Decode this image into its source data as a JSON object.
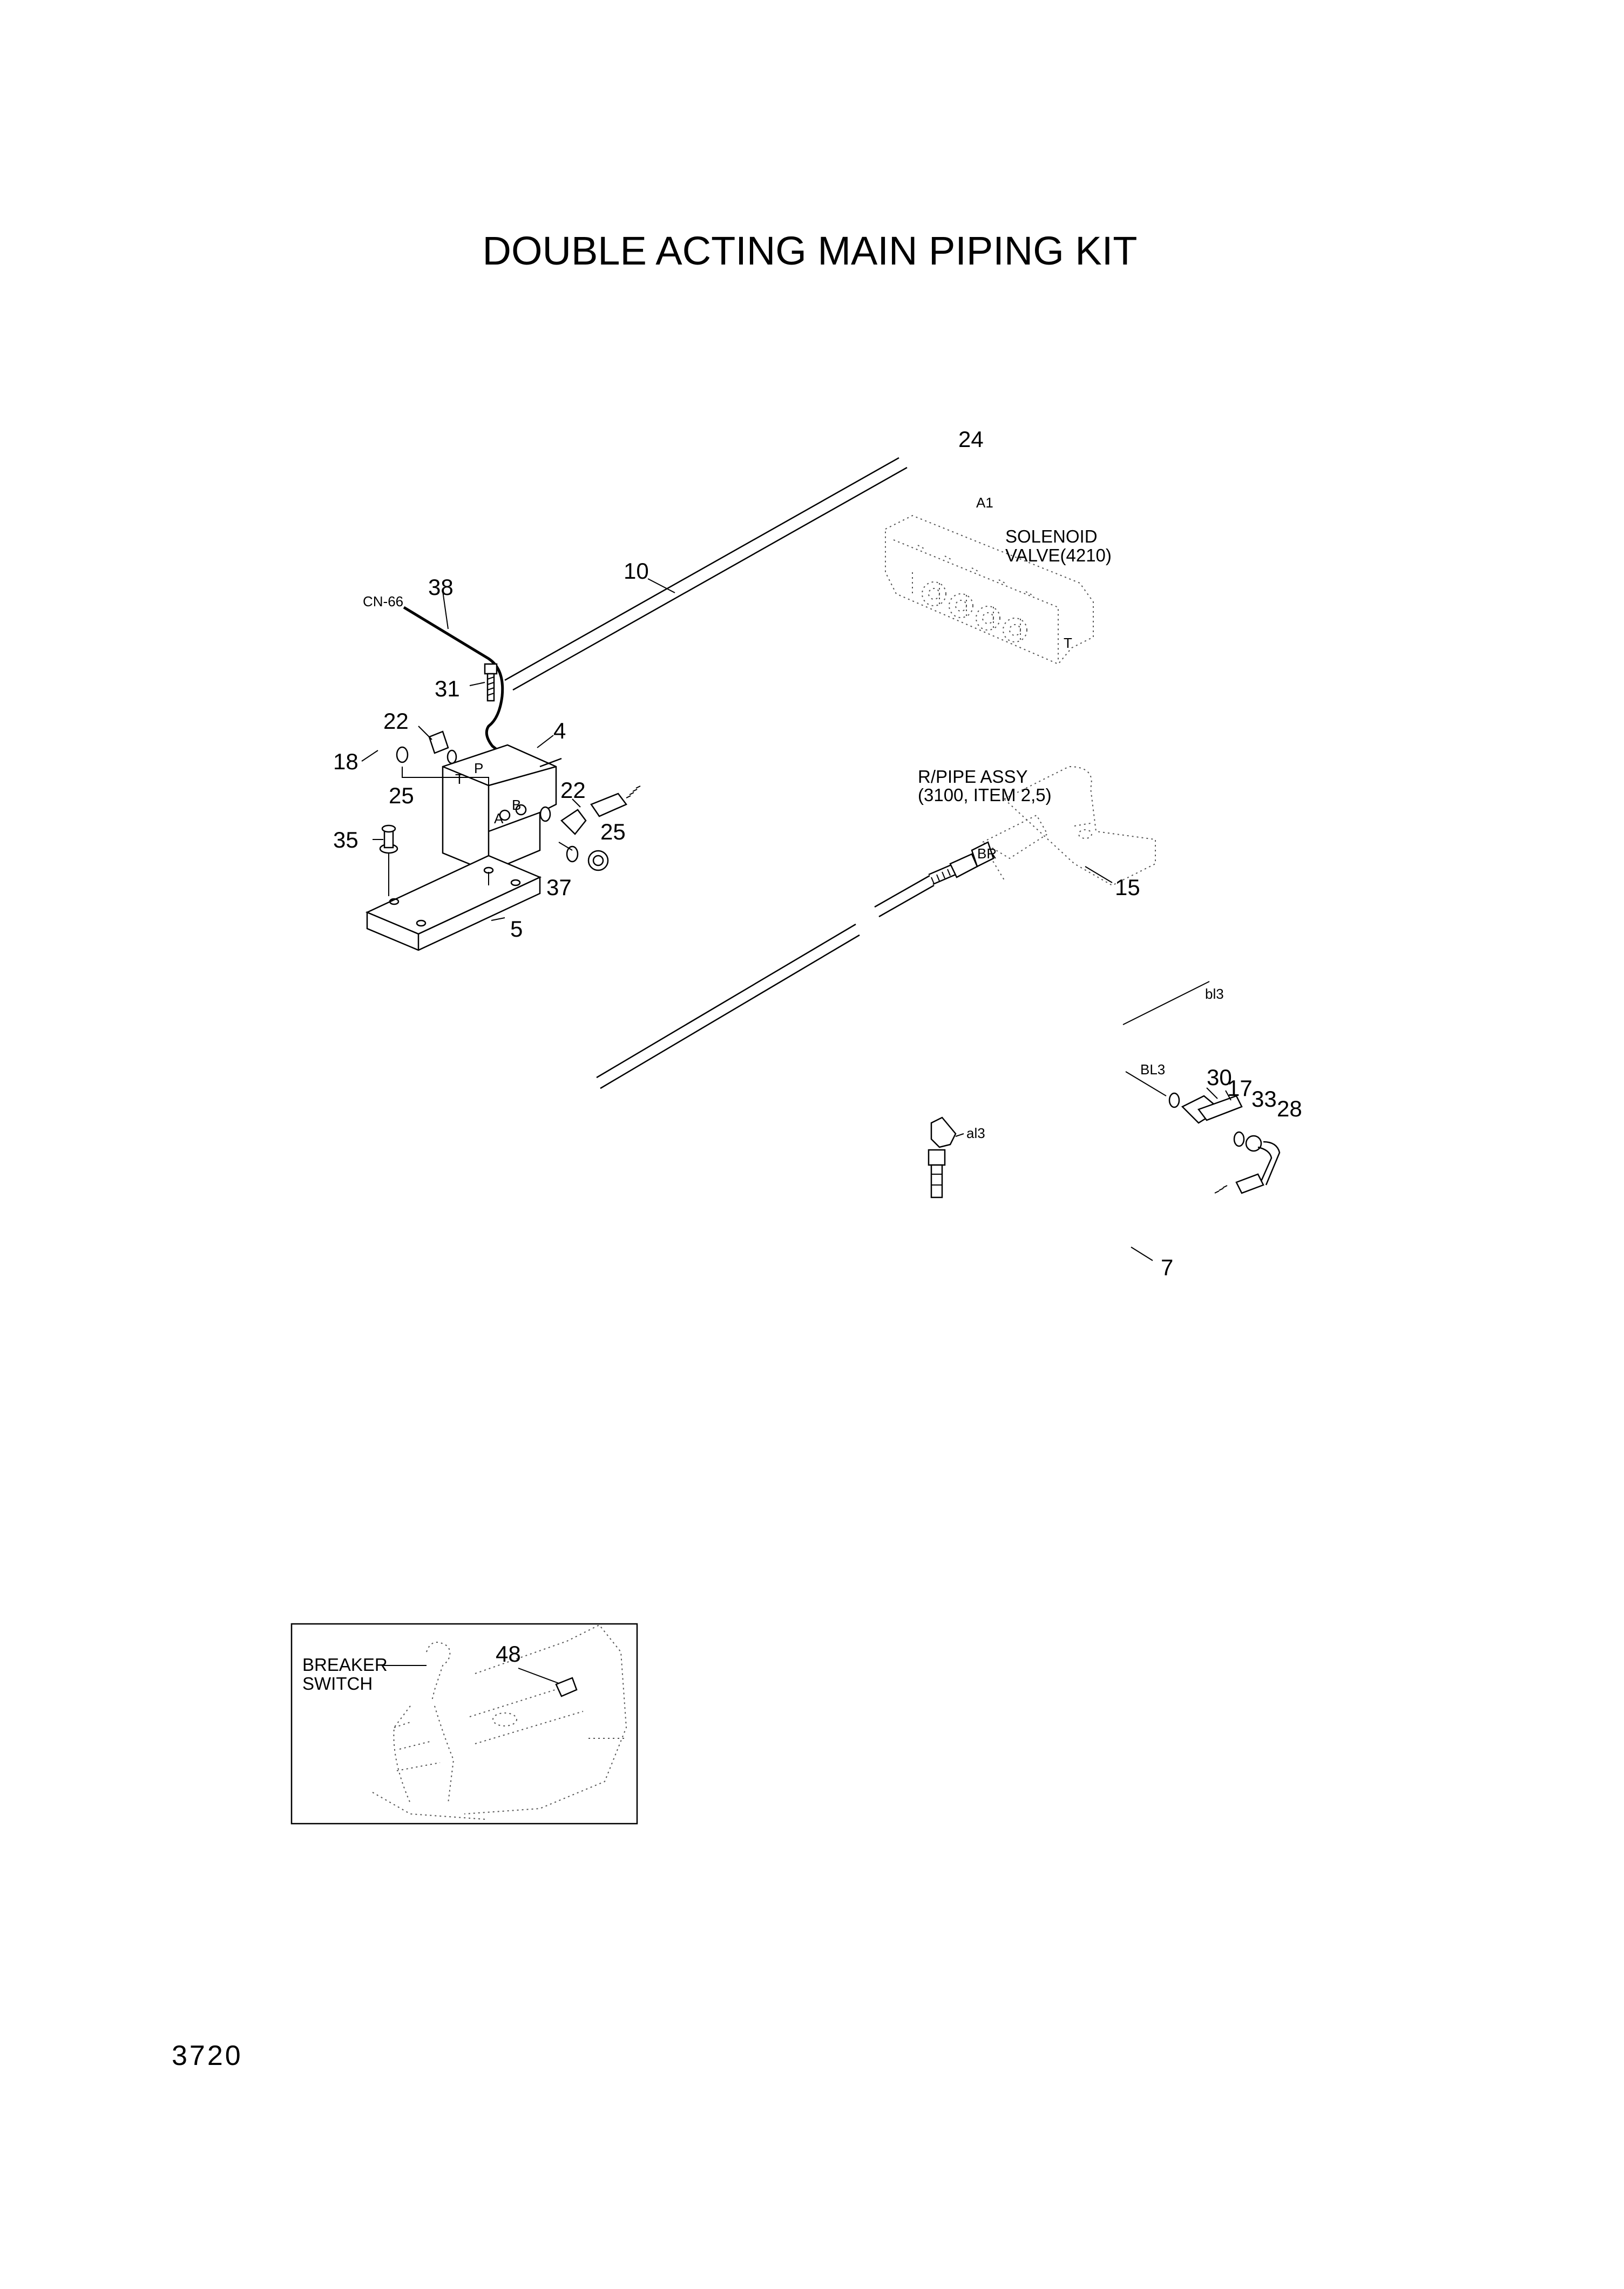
{
  "title": "DOUBLE ACTING MAIN PIPING KIT",
  "page_number": "3720",
  "callouts": {
    "c24": "24",
    "a1": "A1",
    "c10": "10",
    "c38": "38",
    "cn66": "CN-66",
    "c31": "31",
    "c22a": "22",
    "c4": "4",
    "c18": "18",
    "c25a": "25",
    "c22b": "22",
    "c25b": "25",
    "c35": "35",
    "c37": "37",
    "c5": "5",
    "c15": "15",
    "br": "BR",
    "bl3_lower": "bl3",
    "bl3": "BL3",
    "c30": "30",
    "c17": "17",
    "c33": "33",
    "c28": "28",
    "al3": "al3",
    "c7": "7",
    "c48": "48",
    "port_t": "T",
    "port_p": "P",
    "port_a": "A",
    "port_b": "B",
    "port_t2": "T"
  },
  "labels": {
    "solenoid_line1": "SOLENOID",
    "solenoid_line2": "VALVE(4210)",
    "rpipe_line1": "R/PIPE ASSY",
    "rpipe_line2": "(3100, ITEM 2,5)",
    "breaker_line1": "BREAKER",
    "breaker_line2": "SWITCH"
  }
}
